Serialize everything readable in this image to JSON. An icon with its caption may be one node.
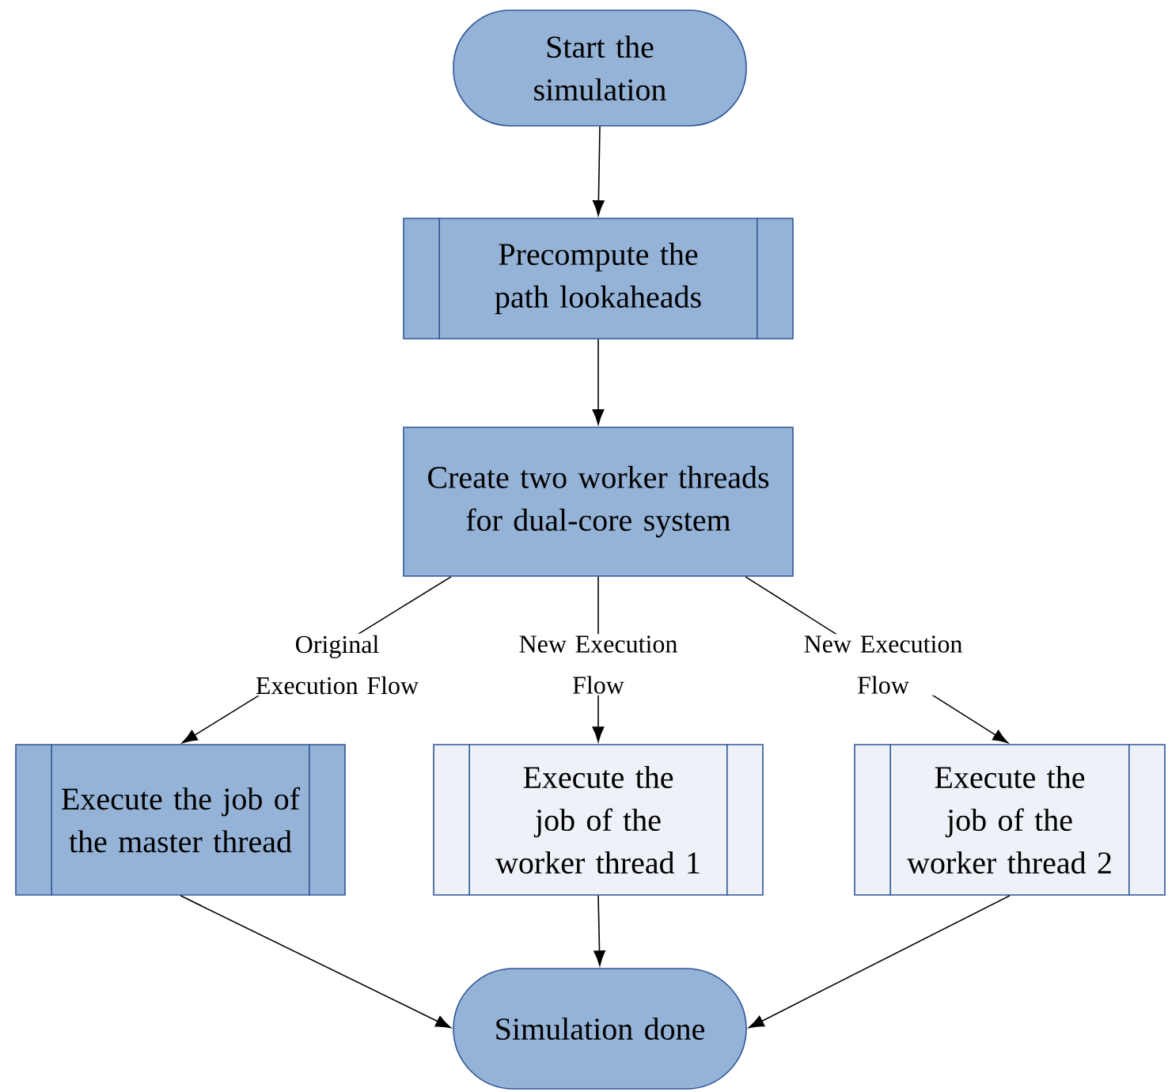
{
  "diagram": {
    "nodes": [
      {
        "text": [
          "Start the simulation"
        ]
      },
      {
        "text": [
          "Precompute the path lookaheads"
        ]
      },
      {
        "text": [
          "Create two worker threads for dual-core system"
        ]
      },
      {
        "text": [
          "Execute the job of the master thread"
        ]
      },
      {
        "text": [
          "Execute the job of the worker thread 1"
        ]
      },
      {
        "text": [
          "Execute the job of the worker thread 2"
        ]
      },
      {
        "text": [
          "Simulation done"
        ]
      }
    ],
    "edges": [
      {
        "from": 0,
        "to": 1,
        "arrow": "to"
      },
      {
        "from": 1,
        "to": 2,
        "arrow": "to"
      },
      {
        "from": 2,
        "to": 3,
        "arrow": "to",
        "label": "Original Execution Flow"
      },
      {
        "from": 2,
        "to": 4,
        "arrow": "to",
        "label": "New Execution Flow"
      },
      {
        "from": 2,
        "to": 5,
        "arrow": "to",
        "label": "New Execution Flow"
      },
      {
        "from": 3,
        "to": 6,
        "arrow": "to"
      },
      {
        "from": 4,
        "to": 6,
        "arrow": "to"
      },
      {
        "from": 5,
        "to": 6,
        "arrow": "to"
      }
    ]
  }
}
